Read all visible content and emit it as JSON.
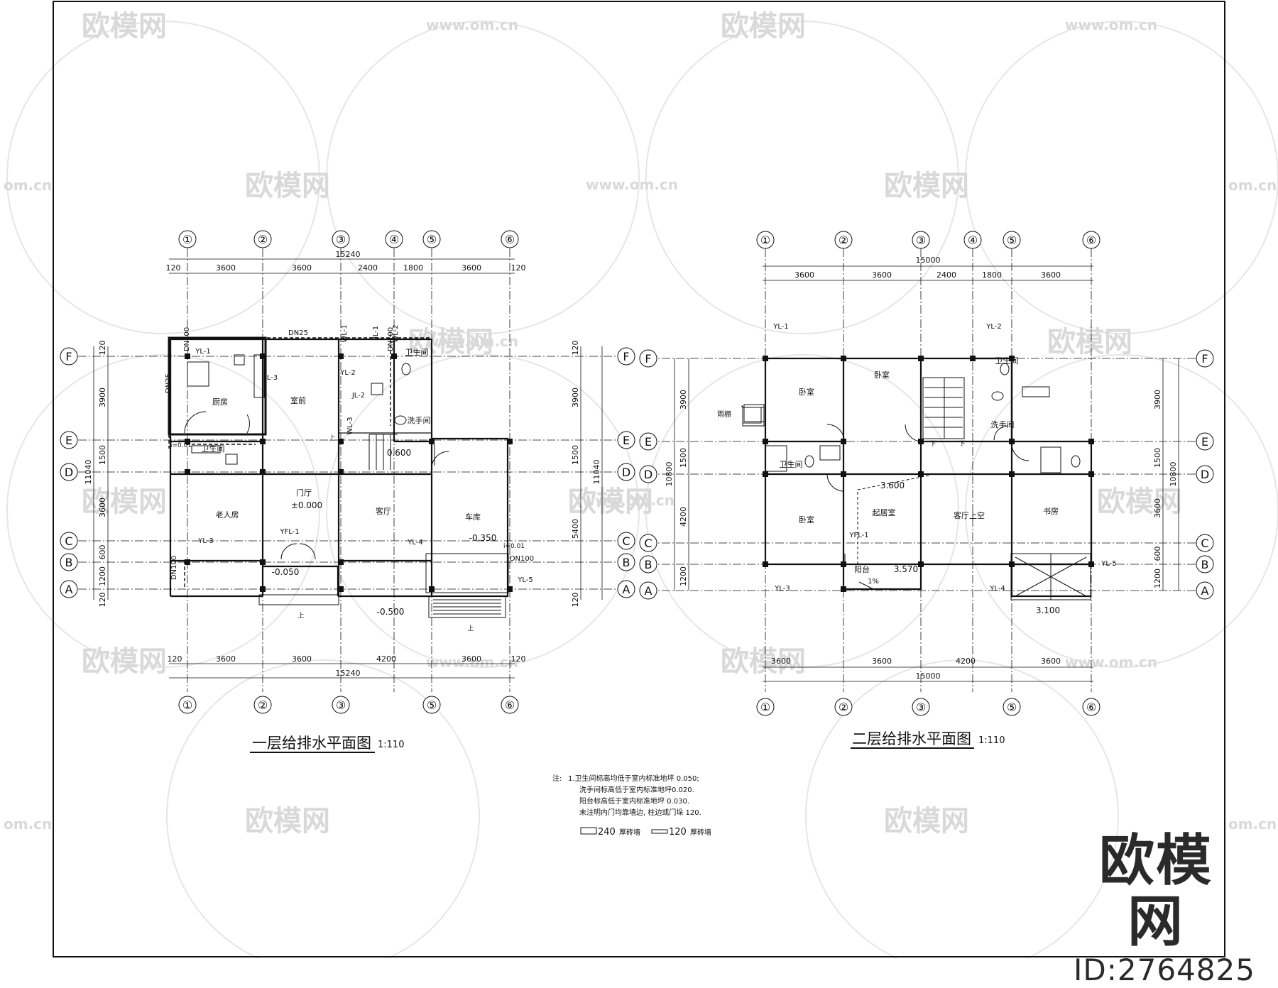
{
  "drawing": {
    "plan1": {
      "title": "一层给排水平面图",
      "scale": "1:110",
      "axes_x": [
        "①",
        "②",
        "③",
        "④",
        "⑤",
        "⑥"
      ],
      "axes_x_bottom": [
        "①",
        "②",
        "③",
        "⑤",
        "⑥"
      ],
      "axes_y": [
        "F",
        "E",
        "D",
        "C",
        "B",
        "A"
      ],
      "dims_top": [
        "120",
        "3600",
        "3600",
        "2400",
        "1800",
        "3600",
        "120"
      ],
      "dims_bottom": [
        "120",
        "3600",
        "3600",
        "4200",
        "3600",
        "120"
      ],
      "dims_left": [
        "120",
        "3900",
        "1500",
        "3600",
        "600",
        "1200",
        "120"
      ],
      "dims_right": [
        "120",
        "3900",
        "1500",
        "5400",
        "120"
      ],
      "total_width": "15240",
      "total_height": "11040",
      "rooms": [
        "厨房",
        "室前",
        "卫生间",
        "洗手间",
        "老人房",
        "门厅",
        "客厅",
        "车库",
        "卫生间"
      ],
      "elevations": [
        "0.600",
        "±0.000",
        "-0.350",
        "-0.050",
        "-0.500",
        "i=0.01",
        "i=0.01"
      ],
      "pipes": [
        "DN25",
        "DN25",
        "DN100",
        "DN100",
        "DN100",
        "DN100",
        "YL-1",
        "YL-2",
        "YL-3",
        "YL-4",
        "YL-5",
        "YFL-1",
        "JL-3",
        "JL-1",
        "JL-2",
        "WL-1",
        "WL-2",
        "WL-3"
      ],
      "stair": "上"
    },
    "plan2": {
      "title": "二层给排水平面图",
      "scale": "1:110",
      "axes_x": [
        "①",
        "②",
        "③",
        "④",
        "⑤",
        "⑥"
      ],
      "axes_x_bottom": [
        "①",
        "②",
        "③",
        "⑤",
        "⑥"
      ],
      "axes_y": [
        "F",
        "E",
        "D",
        "C",
        "B",
        "A"
      ],
      "dims_top": [
        "3600",
        "3600",
        "2400",
        "1800",
        "3600"
      ],
      "dims_bottom": [
        "3600",
        "3600",
        "4200",
        "3600"
      ],
      "dims_left": [
        "3900",
        "1500",
        "4200",
        "1200"
      ],
      "dims_right": [
        "3900",
        "1500",
        "3600",
        "600",
        "1200"
      ],
      "total_width": "15000",
      "total_height": "10800",
      "rooms": [
        "卧室",
        "卧室",
        "卫生间",
        "洗手间",
        "卫生间",
        "卧室",
        "起居室",
        "客厅上空",
        "书房",
        "阳台"
      ],
      "elevations": [
        "3.600",
        "3.570",
        "3.100",
        "1%"
      ],
      "pipes": [
        "YL-1",
        "YL-2",
        "YL-3",
        "YL-4",
        "YL-5",
        "YFL-1"
      ],
      "misc": "雨棚",
      "stair": "下"
    },
    "notes": {
      "prefix": "注:",
      "lines": [
        "1.卫生间标高均低于室内标准地坪 0.050;",
        "洗手间标高低于室内标准地坪0.020.",
        "阳台标高低于室内标准地坪 0.030.",
        "未注明内门均靠墙边, 柱边或门垛 120."
      ],
      "legend_240": "240",
      "legend_120": "120",
      "legend_label": "厚砖墙"
    }
  },
  "watermarks": {
    "brand": "欧模网",
    "url": "www.om.cn",
    "short": "om.cn"
  },
  "brand_stamp": {
    "name": "欧模网",
    "id": "ID:2764825"
  },
  "colors": {
    "line": "#111111",
    "watermark": "#d9d9d9",
    "background": "#ffffff"
  }
}
